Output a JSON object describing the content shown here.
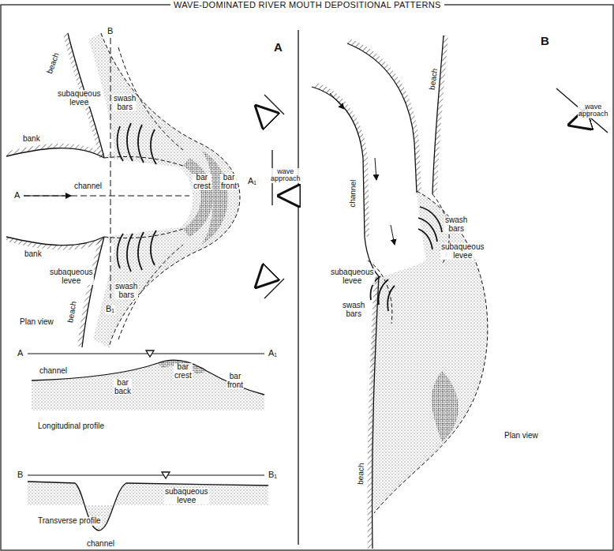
{
  "diagram": {
    "title": "WAVE-DOMINATED RIVER MOUTH DEPOSITIONAL PATTERNS",
    "labels": [
      "A",
      "B",
      "beach",
      "subaqueous levee",
      "swash bars",
      "bank",
      "A",
      "channel",
      "bar crest",
      "bar front",
      "A₁",
      "wave approach",
      "bank",
      "subaqueous levee",
      "swash bars",
      "beach",
      "B₁",
      "Plan view",
      "A",
      "A₁",
      "bar crest",
      "channel",
      "bar back",
      "bar front",
      "Longitudinal profile",
      "B",
      "B₁",
      "subaqueous levee",
      "Transverse profile",
      "channel",
      "B",
      "beach",
      "channel",
      "swash bars",
      "subaqueous levee",
      "subaqueous levee",
      "swash bars",
      "wave approach",
      "Plan view",
      "beach"
    ]
  }
}
